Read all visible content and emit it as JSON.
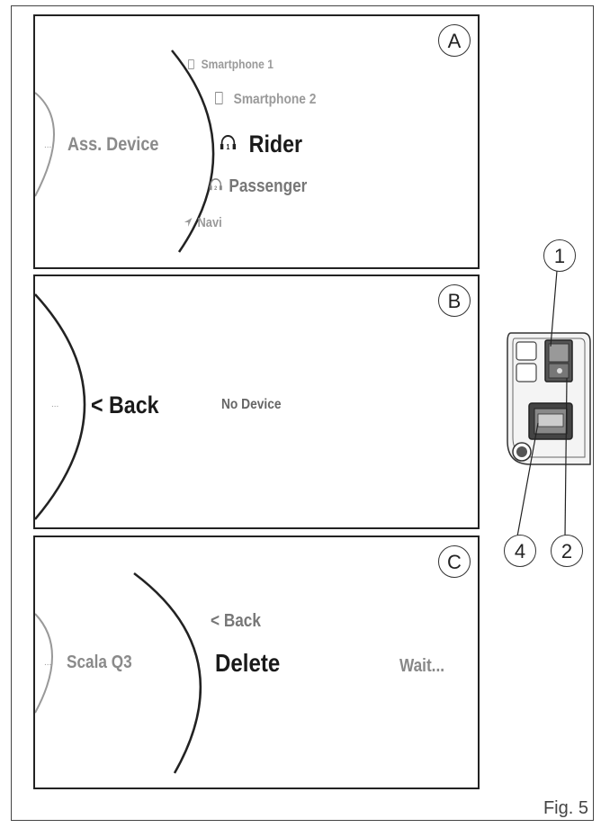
{
  "panels": {
    "a": {
      "badge": "A",
      "ellipsis": "...",
      "left_label": "Ass. Device",
      "items": [
        {
          "label": "Smartphone 1",
          "icon": "phone-icon"
        },
        {
          "label": "Smartphone 2",
          "icon": "phone-icon"
        },
        {
          "label": "Rider",
          "icon": "headset-1-icon"
        },
        {
          "label": "Passenger",
          "icon": "headset-2-icon"
        },
        {
          "label": "Navi",
          "icon": "navigation-arrow-icon"
        }
      ]
    },
    "b": {
      "badge": "B",
      "ellipsis": "...",
      "back_label": "< Back",
      "status": "No Device"
    },
    "c": {
      "badge": "C",
      "ellipsis": "...",
      "left_label": "Scala Q3",
      "back_label": "< Back",
      "selected": "Delete",
      "status": "Wait..."
    }
  },
  "callouts": [
    "1",
    "2",
    "4"
  ],
  "figure_label": "Fig. 5",
  "colors": {
    "line": "#222222",
    "dim_text": "#8a8a8a",
    "text": "#222222"
  }
}
